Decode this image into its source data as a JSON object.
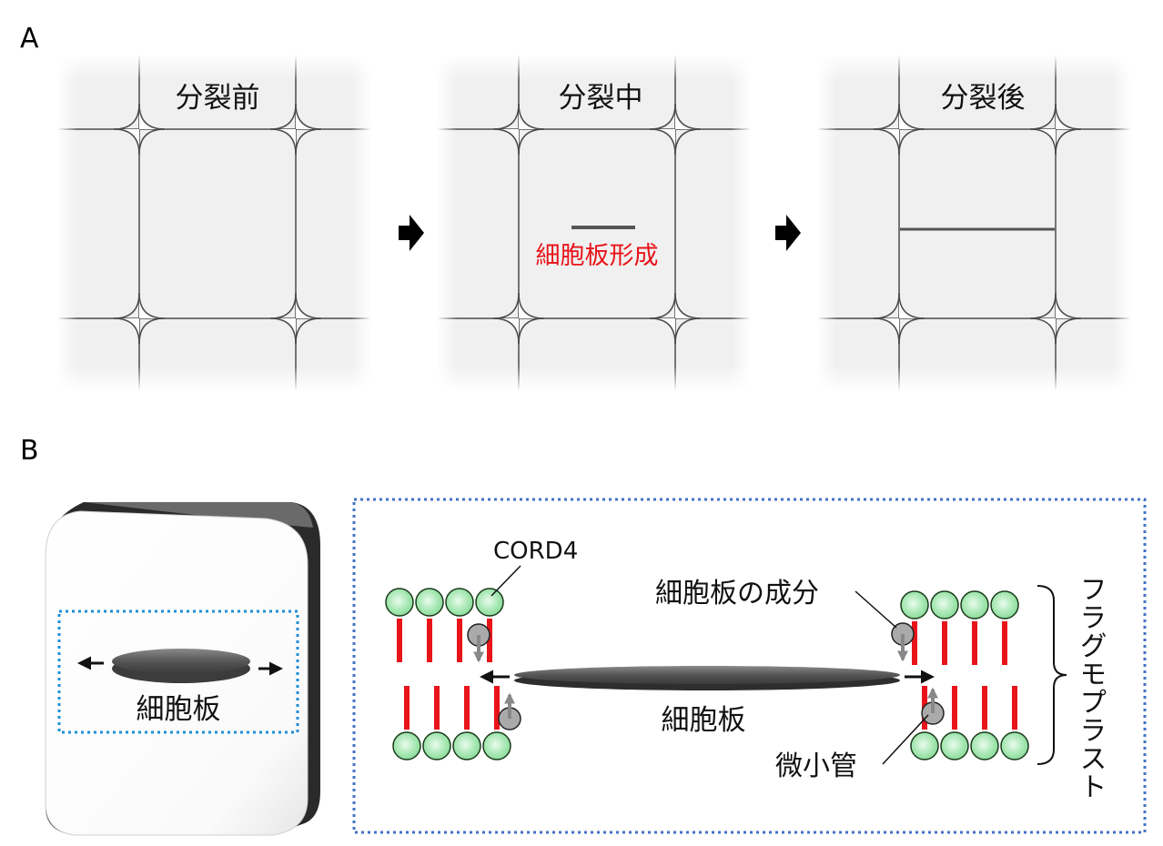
{
  "panel_a": {
    "label": "A",
    "stages": [
      {
        "title": "分裂前",
        "annotation": ""
      },
      {
        "title": "分裂中",
        "annotation": "細胞板形成"
      },
      {
        "title": "分裂後",
        "annotation": ""
      }
    ]
  },
  "panel_b": {
    "label": "B",
    "cell_plate_label": "細胞板",
    "cord4_label": "CORD4",
    "component_label": "細胞板の成分",
    "plate_label": "細胞板",
    "microtubule_label": "微小管",
    "phragmoplast_label": "フラグモプラスト"
  },
  "colors": {
    "annotation_red": "#e8141a",
    "cell_bg": "#f0f0f0",
    "dotted_blue": "#4472c4",
    "dotted_cyan": "#1f8fd6",
    "bead_green": "#9ee6a8",
    "stalk_red": "#e8141a",
    "plate_gray": "#555555"
  }
}
